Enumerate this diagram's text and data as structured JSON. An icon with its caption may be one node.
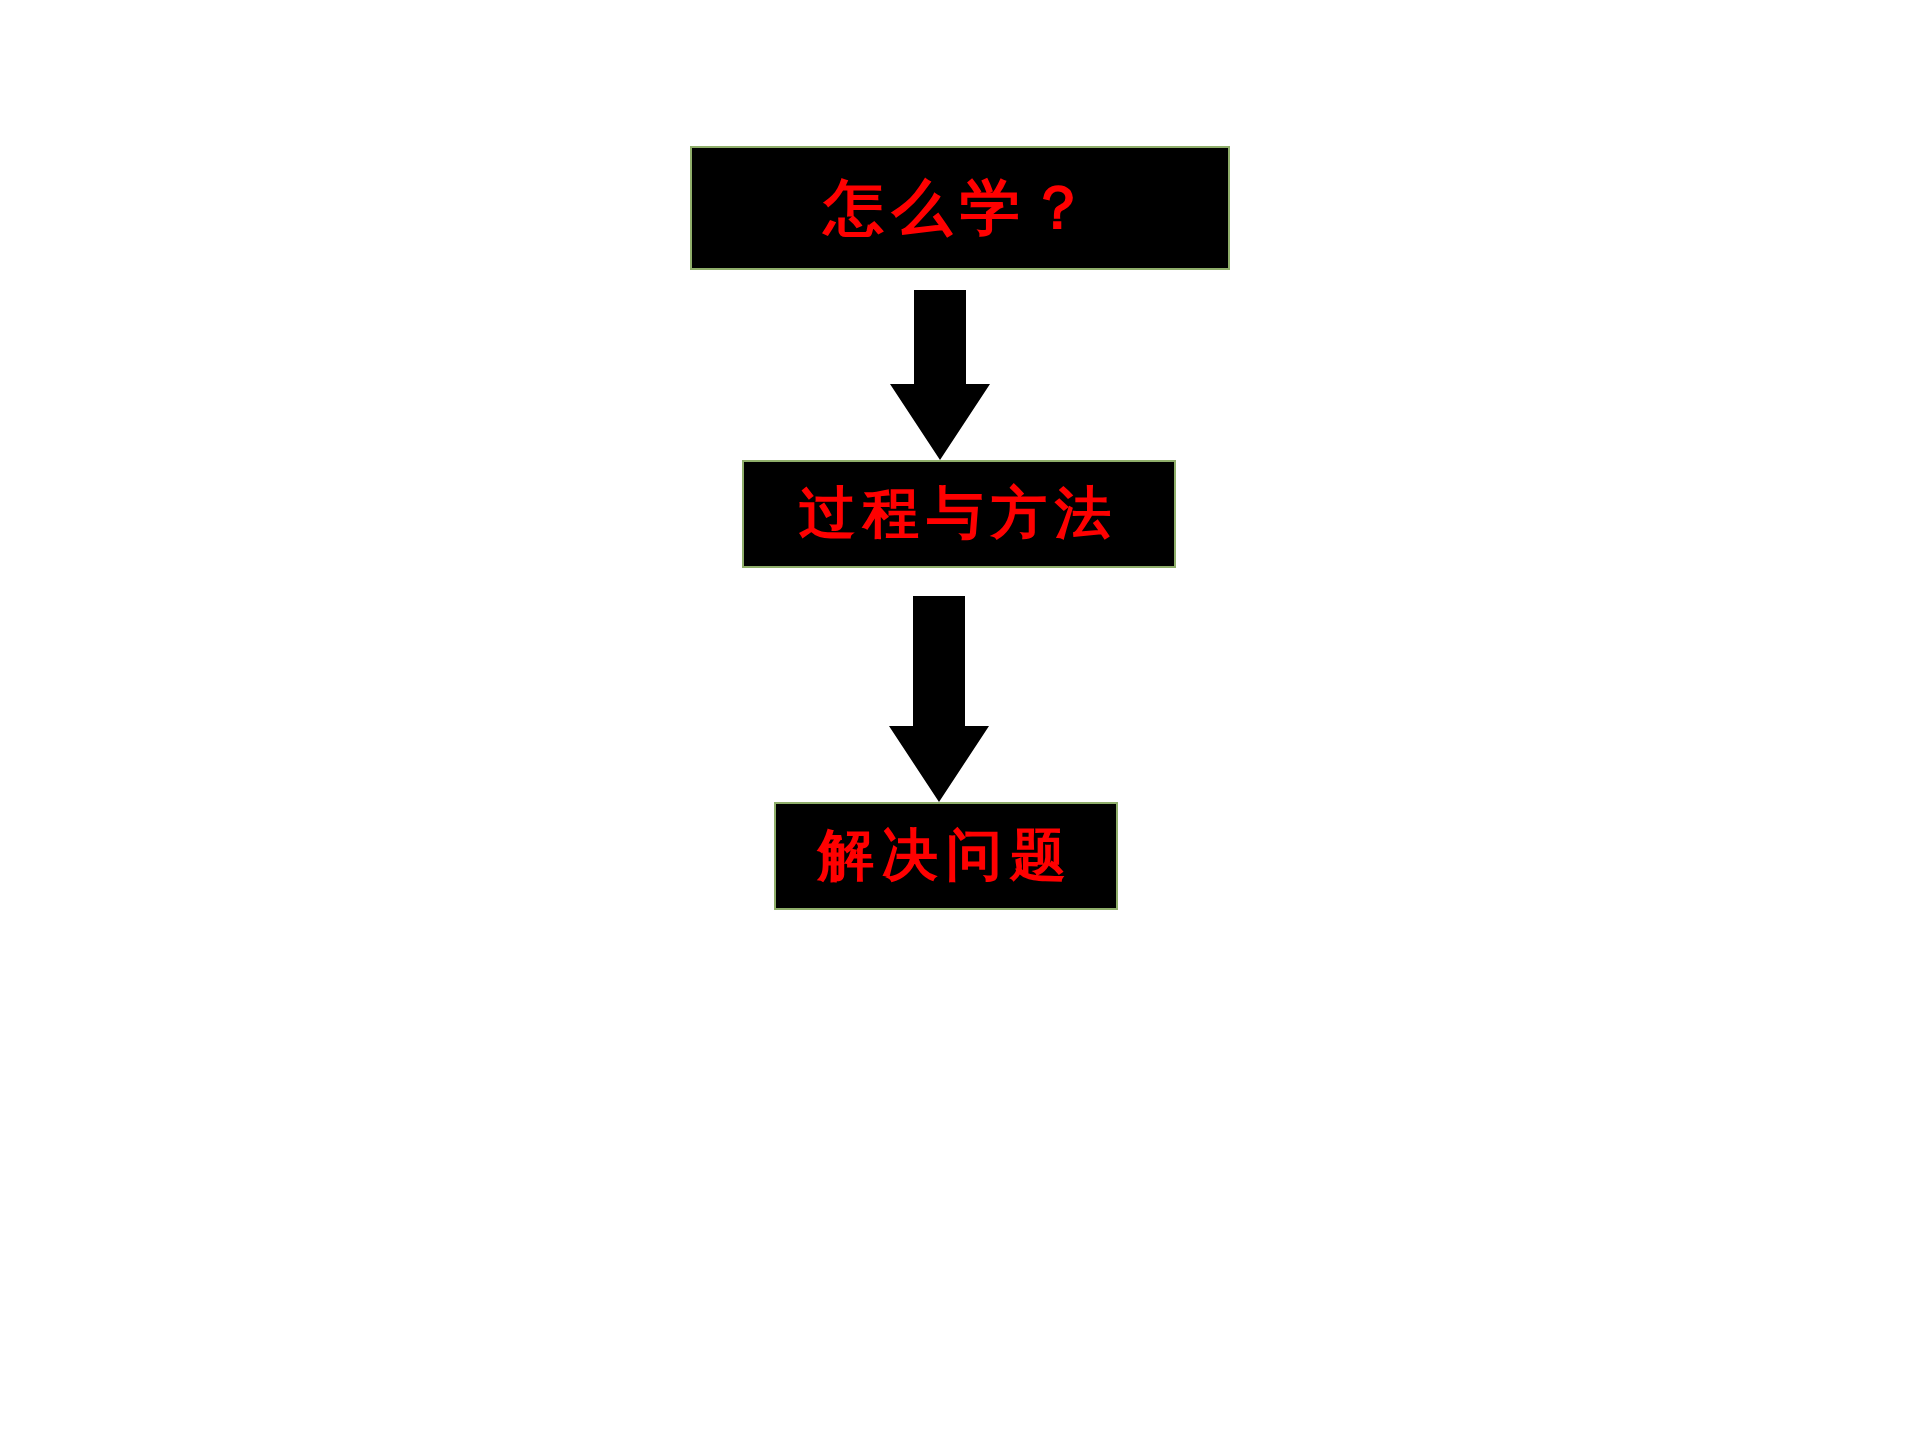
{
  "diagram": {
    "nodes": [
      {
        "text": [
          "怎么学？"
        ]
      },
      {
        "text": [
          "过程与方法"
        ]
      },
      {
        "text": [
          "解决问题"
        ]
      }
    ],
    "edges": [
      {
        "from": 0,
        "to": 1,
        "arrow": "to",
        "style": "thick"
      },
      {
        "from": 1,
        "to": 2,
        "arrow": "to",
        "style": "thick"
      }
    ]
  }
}
